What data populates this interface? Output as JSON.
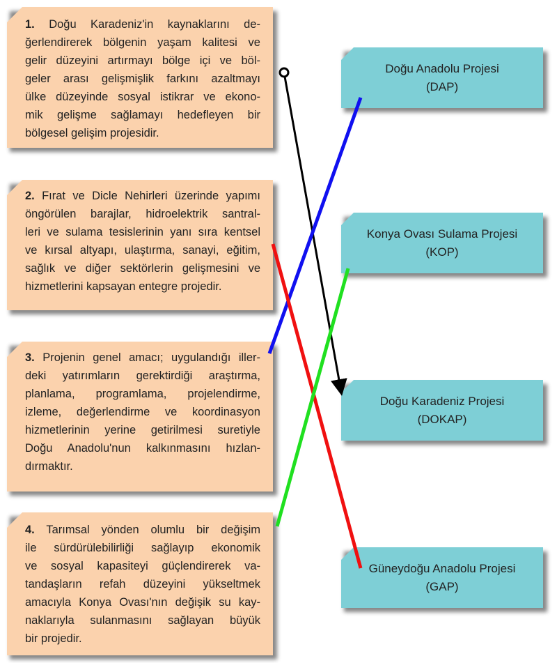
{
  "descriptions": [
    {
      "number": "1.",
      "lines": [
        "Doğu Karadeniz'in kaynaklarını de-",
        "ğerlendirerek bölgenin yaşam kalitesi ve",
        "gelir düzeyini artırmayı bölge içi ve böl-",
        "geler arası gelişmişlik farkını azaltmayı",
        "ülke düzeyinde sosyal istikrar ve ekono-",
        "mik gelişme sağlamayı hedefleyen bir",
        "bölgesel gelişim projesidir."
      ]
    },
    {
      "number": "2.",
      "lines": [
        "Fırat ve Dicle Nehirleri üzerinde yapımı",
        "öngörülen barajlar, hidroelektrik santral-",
        "leri ve sulama tesislerinin yanı sıra kentsel",
        "ve kırsal altyapı, ulaştırma, sanayi, eğitim,",
        "sağlık ve diğer sektörlerin gelişmesini ve",
        "hizmetlerini kapsayan entegre projedir."
      ]
    },
    {
      "number": "3.",
      "lines": [
        "Projenin genel amacı; uygulandığı iller-",
        "deki yatırımların gerektirdiği araştırma,",
        "planlama, programlama, projelendirme,",
        "izleme, değerlendirme ve koordinasyon",
        "hizmetlerinin yerine getirilmesi suretiyle",
        "Doğu Anadolu'nun kalkınmasını hızlan-",
        "dırmaktır."
      ]
    },
    {
      "number": "4.",
      "lines": [
        "Tarımsal yönden olumlu bir değişim",
        "ile sürdürülebilirliği sağlayıp ekonomik",
        "ve sosyal kapasiteyi güçlendirerek va-",
        "tandaşların refah düzeyini yükseltmek",
        "amacıyla Konya Ovası'nın değişik su kay-",
        "naklarıyla sulanmasını sağlayan büyük",
        "bir projedir."
      ]
    }
  ],
  "projects": [
    {
      "name": "Doğu Anadolu Projesi",
      "abbr": "(DAP)"
    },
    {
      "name": "Konya Ovası Sulama Projesi",
      "abbr": "(KOP)"
    },
    {
      "name": "Doğu Karadeniz Projesi",
      "abbr": "(DOKAP)"
    },
    {
      "name": "Güneydoğu Anadolu Projesi",
      "abbr": "(GAP)"
    }
  ],
  "colors": {
    "left_box": "#fbd2ad",
    "right_box": "#7ecfd6",
    "black": "#000000",
    "blue": "#1010f0",
    "red": "#f01010",
    "green": "#20e020"
  }
}
